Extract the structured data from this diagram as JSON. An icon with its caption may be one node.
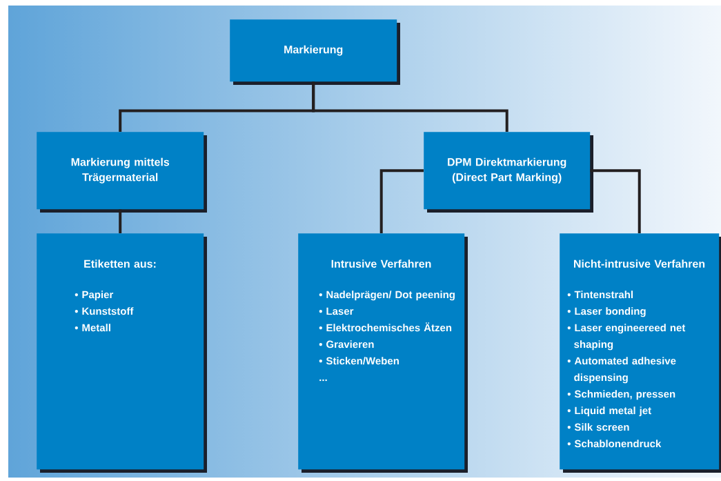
{
  "diagram": {
    "nodes": [
      {
        "text": [
          "Markierung"
        ]
      },
      {
        "text": [
          "Markierung mittels Trägermaterial"
        ]
      },
      {
        "text": [
          "DPM Direktmarkierung",
          "(Direct Part Marking)"
        ]
      },
      {
        "text": [
          "Etiketten aus:",
          "• Papier",
          "• Kunststoff",
          "• Metall"
        ]
      },
      {
        "text": [
          "Intrusive Verfahren",
          "• Nadelprägen/ Dot peening",
          "• Laser",
          "• Elektrochemisches Ätzen",
          "• Gravieren",
          "• Sticken/Weben",
          "..."
        ]
      },
      {
        "text": [
          "Nicht-intrusive Verfahren",
          "• Tintenstrahl",
          "• Laser bonding",
          "• Laser engineereed net shaping",
          "• Automated adhesive dispensing",
          "• Schmieden, pressen",
          "• Liquid metal jet",
          "• Silk screen",
          "• Schablonendruck"
        ]
      }
    ],
    "edges": [
      {
        "from": 0,
        "to": 1,
        "arrow": "none"
      },
      {
        "from": 0,
        "to": 2,
        "arrow": "none"
      },
      {
        "from": 1,
        "to": 3,
        "arrow": "none"
      },
      {
        "from": 2,
        "to": 4,
        "arrow": "none"
      },
      {
        "from": 2,
        "to": 5,
        "arrow": "none"
      }
    ]
  }
}
